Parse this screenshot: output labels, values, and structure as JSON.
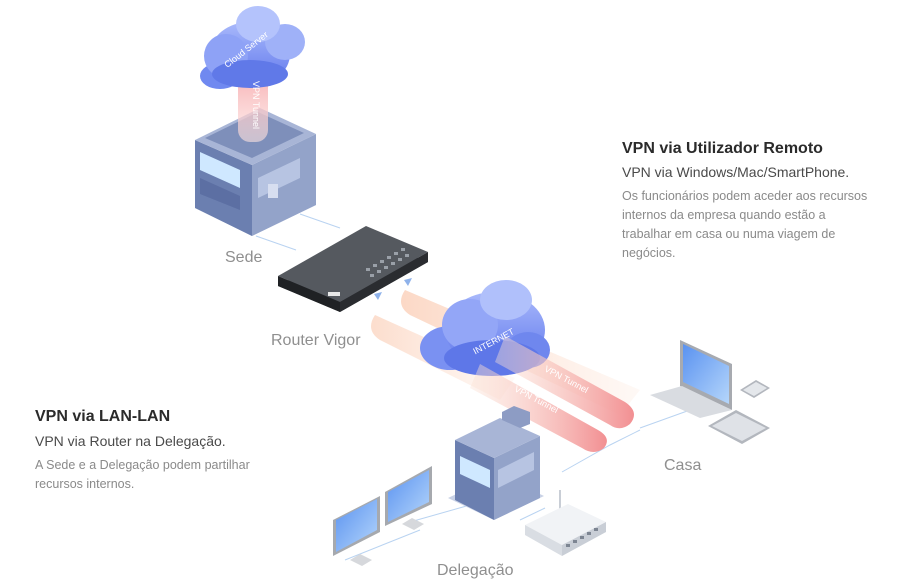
{
  "labels": {
    "sede": "Sede",
    "router": "Router Vigor",
    "casa": "Casa",
    "delegacao": "Delegação",
    "cloud_server": "Cloud Server",
    "internet": "INTERNET",
    "vpn_tunnel": "VPN Tunnel"
  },
  "remote": {
    "title": "VPN via Utilizador Remoto",
    "subtitle": "VPN via Windows/Mac/SmartPhone.",
    "body": "Os funcionários podem aceder aos recursos internos da empresa quando estão a trabalhar em casa ou numa viagem de negócios."
  },
  "lan": {
    "title": "VPN via LAN-LAN",
    "subtitle": "VPN via Router na Delegação.",
    "body": "A Sede e a Delegação podem partilhar recursos internos."
  },
  "colors": {
    "cloud": "#6f86f2",
    "tunnel": "#f2a0a0",
    "building": "#8fa0c6",
    "router": "#2e3033",
    "line": "#a9c8ee"
  }
}
